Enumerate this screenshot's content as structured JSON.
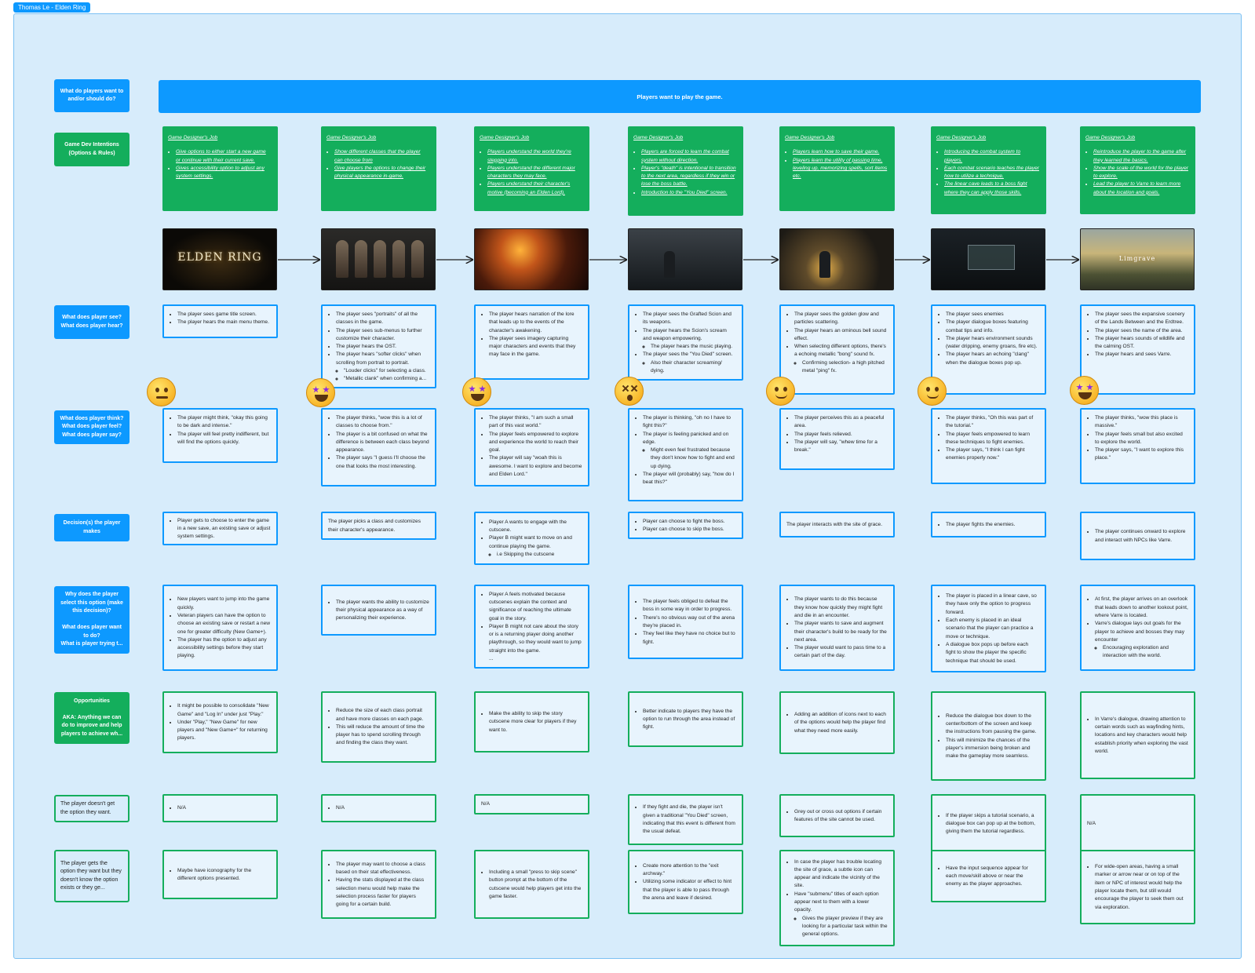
{
  "frame_tag": "Thomas Le - Elden Ring",
  "banner": "Players want to play the game.",
  "row_labels": {
    "want": "What do players want to and/or should do?",
    "intentions": "Game Dev Intentions (Options & Rules)",
    "see": "What does player see?\nWhat does player hear?",
    "think": "What does player think?\nWhat does player feel?\nWhat does player say?",
    "decision": "Decision(s) the player makes",
    "why": "Why does the player select this option (make this decision)?\n\nWhat does player want to do?\nWhat is player trying t...",
    "opportunities": "Opportunities\n\nAKA: Anything we can do to improve and help players to achieve wh...",
    "no_option": "The player doesn't get the option they want.",
    "unknown_option": "The player gets the option they want but they doesn't know the option exists or they ge..."
  },
  "colors": {
    "blue": "#0d99ff",
    "green": "#14ae5c",
    "board": "#d7ecfb"
  },
  "stages": [
    {
      "intent_title": "Game Designer's Job",
      "intent": [
        "Give options to either start a new game or continue with their current save.",
        "Gives accessibility option to adjust any system settings."
      ],
      "screenshot": {
        "caption": "ELDEN RING",
        "sub": "",
        "icon": "title-screen-image"
      },
      "see": [
        "The player sees game title screen.",
        "The player hears the main menu theme."
      ],
      "emoji": "neutral-face-icon",
      "think": [
        "The player might think, \"okay this going to be dark and intense.\"",
        "The player will feel pretty indifferent, but will find the options quickly."
      ],
      "decision": [
        "Player gets to choose to enter the game in a new save, an existing save or adjust system settings."
      ],
      "why": [
        "New players want to jump into the game quickly.",
        "Veteran players can have the option to choose an existing save or restart a new one for greater difficulty (New Game+).",
        "The player has the option to adjust any accessibility settings before they start playing."
      ],
      "opportunities": [
        "It might be possible to consolidate \"New Game\" and \"Log In\" under just \"Play.\"",
        "Under \"Play,\" \"New Game\" for new players and \"New Game+\" for returning players."
      ],
      "no_option": [
        "N/A"
      ],
      "unknown_option": [
        "Maybe have iconography for the different options presented."
      ]
    },
    {
      "intent_title": "Game Designer's Job",
      "intent": [
        "Show different classes that the player can choose from",
        "Give players the options to change their physical appearance in-game."
      ],
      "screenshot": {
        "caption": "",
        "sub": "",
        "icon": "class-select-image"
      },
      "see": [
        "The player sees \"portraits\" of all the classes in the game.",
        "The player sees sub-menus to further customize their character.",
        "The player hears the OST.",
        "The player hears \"softer clicks\" when scrolling from portrait to portrait.",
        "\"Louder clicks\" for selecting a class.",
        "\"Metallic clank\" when confirming a..."
      ],
      "emoji": "star-struck-icon",
      "think": [
        "The player thinks, \"wow this is a lot of classes to choose from.\"",
        "The player is a bit confused on what the difference is between each class beyond appearance.",
        "The player says \"I guess I'll choose the one that looks the most interesting."
      ],
      "decision": [
        "The player picks a class and customizes their character's appearance."
      ],
      "why": [
        "The player wants the ability to customize their physical appearance as a way of personalizing their experience."
      ],
      "opportunities": [
        "Reduce the size of each class portrait and have more classes on each page.",
        "This will reduce the amount of time the player has to spend scrolling through and finding the class they want."
      ],
      "no_option": [
        "N/A"
      ],
      "unknown_option": [
        "The player may want to choose a class based on their stat effectiveness.",
        "Having the stats displayed at the class selection menu would help make the selection process faster for players going for a certain build."
      ]
    },
    {
      "intent_title": "Game Designer's Job",
      "intent": [
        "Players understand the world they're stepping into.",
        "Players understand the different major characters they may face.",
        "Players understand their character's motive (becoming an Elden Lord)."
      ],
      "screenshot": {
        "caption": "",
        "sub": "",
        "icon": "cutscene-image"
      },
      "see": [
        "The player hears narration of the lore that leads up to the events of the character's awakening.",
        "The player sees imagery capturing major characters and events that they may face in the game."
      ],
      "emoji": "star-struck-icon",
      "think": [
        "The player thinks, \"I am such a small part of this vast world.\"",
        "The player feels empowered to explore and experience the world to reach their goal.",
        "The player will say \"woah this is awesome. I want to explore and become and Elden Lord.\""
      ],
      "decision": [
        "Player A wants to engage with the cutscene.",
        "Player B might want to move on and continue playing the game.",
        "i.e Skipping the cutscene"
      ],
      "why": [
        "Player A feels motivated because cutscenes explain the context and significance of reaching the ultimate goal in the story.",
        "Player B might not care about the story or is a returning player doing another playthrough, so they would want to jump straight into the game.",
        "..."
      ],
      "opportunities": [
        "Make the ability to skip the story cutscene more clear for players if they want to."
      ],
      "no_option": [
        "N/A"
      ],
      "unknown_option": [
        "Including a small \"press to skip scene\" button prompt at the bottom of the cutscene would help players get into the game faster."
      ]
    },
    {
      "intent_title": "Game Designer's Job",
      "intent": [
        "Players are forced to learn the combat system without direction.",
        "Player's \"death\" is intentional to transition to the next area, regardless if they win or lose the boss battle.",
        "Introduction to the \"You Died\" screen."
      ],
      "screenshot": {
        "caption": "",
        "sub": "",
        "icon": "boss-fight-image"
      },
      "see": [
        "The player sees the Grafted Scion and its weapons.",
        "The player hears the Scion's scream and weapon empowering.",
        "The player hears the music playing.",
        "The player sees the \"You Died\" screen.",
        "Also their character screaming/ dying."
      ],
      "emoji": "dizzy-face-icon",
      "think": [
        "The player is thinking, \"oh no I have to fight this?\"",
        "The player is feeling panicked and on edge.",
        "Might even feel frustrated because they don't know how to fight and end up dying.",
        "The player will (probably) say, \"how do I beat this?\""
      ],
      "decision": [
        "Player can choose to fight the boss.",
        "Player can choose to skip the boss."
      ],
      "why": [
        "The player feels obliged to defeat the boss in some way in order to progress.",
        "There's no obvious way out of the arena they're placed in.",
        "They feel like they have no choice but to fight."
      ],
      "opportunities": [
        "Better indicate to players they have the option to run through the area instead of fight."
      ],
      "no_option": [
        "If they fight and die, the player isn't given a traditional \"You Died\" screen, indicating that this event is different from the usual defeat."
      ],
      "unknown_option": [
        "Create more attention to the \"exit archway.\"",
        "Utilizing some indicator or effect to hint that the player is able to pass through the arena and leave if desired."
      ]
    },
    {
      "intent_title": "Game Designer's Job",
      "intent": [
        "Players learn how to save their game.",
        "Players learn the utility of passing time, leveling up, memorizing spells, sort items etc."
      ],
      "screenshot": {
        "caption": "",
        "sub": "",
        "icon": "site-of-grace-image"
      },
      "see": [
        "The player sees the golden glow and particles scattering.",
        "The player hears an ominous bell sound effect.",
        "When selecting different options, there's a echoing metallic \"bong\" sound fx.",
        "Confirming selection- a high pitched metal \"ping\" fx."
      ],
      "emoji": "slightly-smiling-face-icon",
      "think": [
        "The player perceives this as a peaceful area.",
        "The player feels relieved.",
        "The player will say, \"whew time for a break.\""
      ],
      "decision": [
        "The player interacts with the site of grace."
      ],
      "why": [
        "The player wants to do this because they know how quickly they might fight and die in an encounter.",
        "The player wants to save and augment their character's build to be ready for the next area.",
        "The player would want to pass time to a certain part of the day."
      ],
      "opportunities": [
        "Adding an addition of icons next to each of the options would help the player find what they need more easily."
      ],
      "no_option": [
        "Grey out or cross out options if certain features of the site cannot be used."
      ],
      "unknown_option": [
        "In case the player has trouble locating the site of grace, a subtle icon can appear and indicate the vicinity of the site.",
        "Have \"submenu\" titles of each option appear next to them with a lower opacity.",
        "Gives the player preview if they are looking for a particular task within the general options."
      ]
    },
    {
      "intent_title": "Game Designer's Job",
      "intent": [
        "Introducing the combat system to players.",
        "Each combat scenario teaches the player how to utilize a technique.",
        "The linear cave leads to a boss fight where they can apply those skills."
      ],
      "screenshot": {
        "caption": "",
        "sub": "",
        "icon": "tutorial-cave-image"
      },
      "see": [
        "The player sees enemies",
        "The player dialogue boxes featuring combat tips and info.",
        "The player hears environment sounds (water dripping, enemy groans, fire etc).",
        "The player hears an echoing \"clang\" when the dialogue boxes pop up."
      ],
      "emoji": "slightly-smiling-face-icon",
      "think": [
        "The player thinks, \"Oh this was part of the tutorial.\"",
        "The player feels empowered to learn these techniques to fight enemies.",
        "The player says, \"I think I can fight enemies properly now.\""
      ],
      "decision": [
        "The player fights the enemies."
      ],
      "why": [
        "The player is placed in a linear cave, so they have only the option to progress forward.",
        "Each enemy is placed in an ideal scenario that the player can practice a move or technique.",
        "A dialogue box pops up before each fight to show the player the specific technique that should be used."
      ],
      "opportunities": [
        "Reduce the dialogue box down to the center/bottom of the screen and keep the instructions from pausing the game.",
        "This will minimize the chances of the player's immersion being broken and make the gameplay more seamless."
      ],
      "no_option": [
        "If the player skips a tutorial scenario, a dialogue box can pop up at the bottom, giving them the tutorial regardless."
      ],
      "unknown_option": [
        "Have the input sequence appear for each move/skill above or near the enemy as the player approaches."
      ]
    },
    {
      "intent_title": "Game Designer's Job",
      "intent": [
        "Reintroduce the player to the game after they learned the basics.",
        "Show the scale of the world for the player to explore.",
        "Lead the player to Varre to learn more about the location and goals."
      ],
      "screenshot": {
        "caption": "Limgrave",
        "sub": "",
        "icon": "limgrave-image"
      },
      "see": [
        "The player sees the expansive scenery of the Lands Between and the Erdtree.",
        "The player sees the name of the area.",
        "The player hears sounds of wildlife and the calming OST.",
        "The player hears and sees Varre."
      ],
      "emoji": "star-struck-icon",
      "think": [
        "The player thinks, \"wow this place is massive.\"",
        "The player feels small but also excited to explore the world.",
        "The player says, \"I want to explore this place.\""
      ],
      "decision": [
        "The player continues onward to explore and interact with NPCs like Varre."
      ],
      "why": [
        "At first, the player arrives on an overlook that leads down to another lookout point, where Varre is located.",
        "Varre's dialogue lays out goals for the player to achieve and bosses they may encounter",
        "Encouraging exploration and interaction with the world."
      ],
      "opportunities": [
        "In Varre's dialogue, drawing attention to certain words such as wayfinding hints, locations and key characters would help establish priority when exploring the vast world."
      ],
      "no_option": [
        "N/A"
      ],
      "unknown_option": [
        "For wide-open areas, having a small marker or arrow near or on top of the item or NPC of interest would help the player locate them, but still would encourage the player to seek them out via exploration."
      ]
    }
  ]
}
